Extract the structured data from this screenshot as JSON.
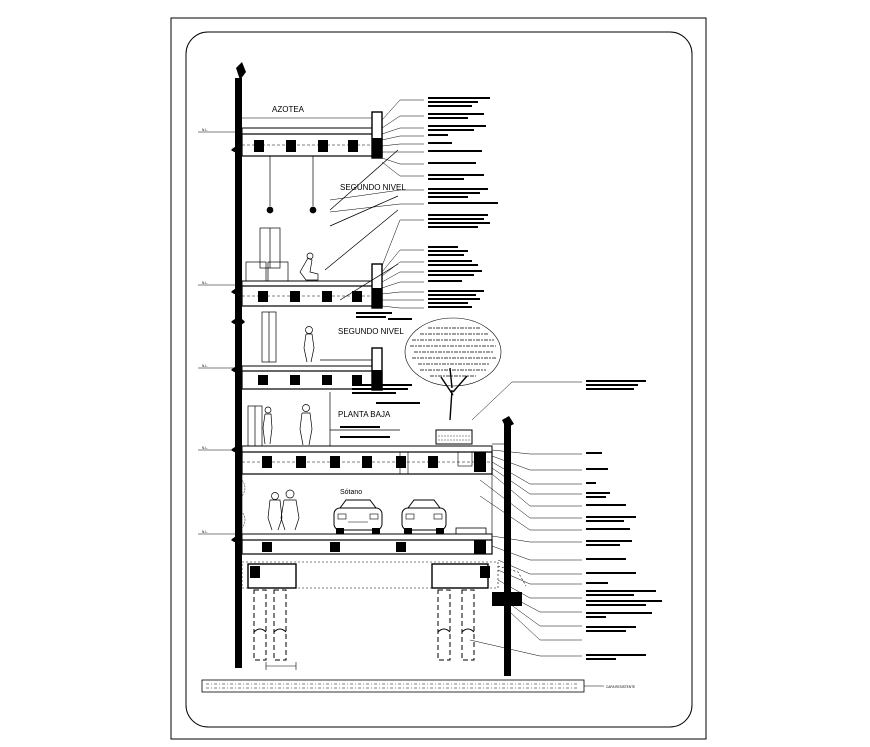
{
  "levels": {
    "azotea": "AZOTEA",
    "segundo_nivel_upper": "SEGUNDO NIVEL",
    "segundo_nivel_lower": "SEGUNDO NIVEL",
    "planta_baja": "PLANTA BAJA",
    "sotano": "Sótano"
  },
  "level_marks": {
    "nivel": "N.L."
  },
  "callouts": {
    "ground": "CAPA RESISTENTE"
  },
  "colors": {
    "line": "#000000",
    "paper": "#ffffff",
    "hatch": "#555555"
  }
}
